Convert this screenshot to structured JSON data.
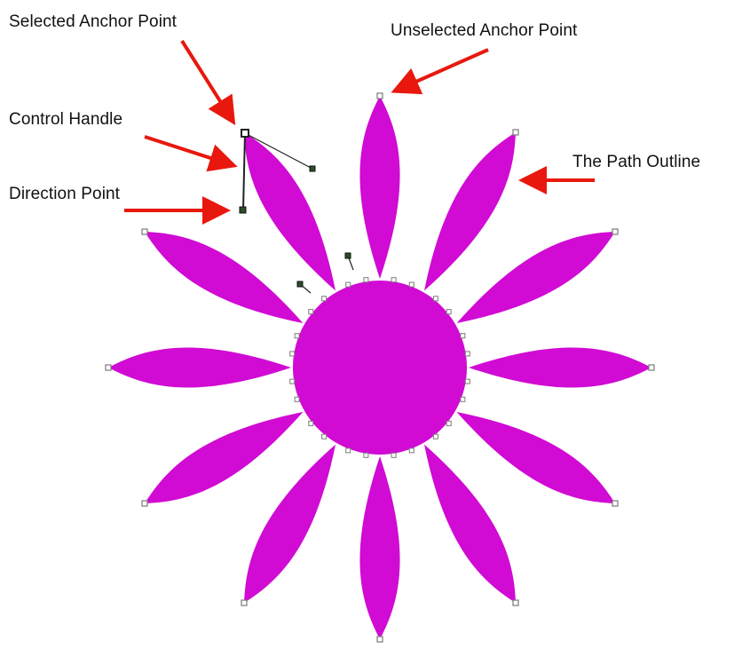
{
  "colors": {
    "petal_fill": "#D10AD4",
    "arrow": "#E8180E",
    "anchor_point": "#7A7A7A",
    "handle_line": "#222222"
  },
  "labels": {
    "selected_anchor_point": "Selected Anchor Point",
    "unselected_anchor_point": "Unselected Anchor Point",
    "control_handle": "Control Handle",
    "path_outline": "The Path Outline",
    "direction_point": "Direction Point"
  },
  "diagram": {
    "shape": "flower with 12 petals",
    "petal_count": 12
  }
}
